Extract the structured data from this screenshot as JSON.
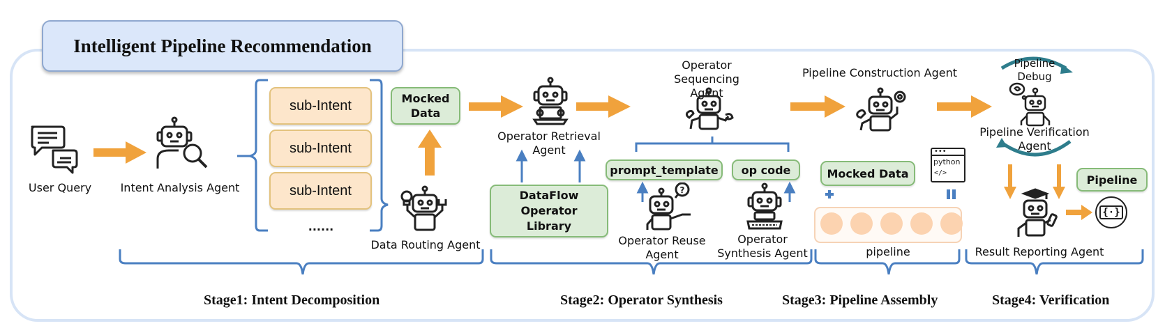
{
  "title": "Intelligent Pipeline Recommendation",
  "colors": {
    "flow_arrow": "#f0a23c",
    "bracket": "#4a7fc1",
    "sub_intent_fill": "#fde6cb",
    "green_box_fill": "#dcecd8",
    "frame": "#d7e4f6",
    "debug_loop": "#2e7d8c",
    "pipeline_node": "#fcd3b0"
  },
  "stage1": {
    "user_query": "User Query",
    "intent_agent": "Intent Analysis Agent",
    "sub_intents": [
      "sub-Intent",
      "sub-Intent",
      "sub-Intent"
    ],
    "ellipsis": "......",
    "mocked_data": "Mocked Data",
    "routing_agent": "Data Routing Agent",
    "label": "Stage1: Intent Decomposition"
  },
  "stage2": {
    "retrieval_agent": "Operator Retrieval Agent",
    "library": "DataFlow Operator Library",
    "sequencing_agent": "Operator Sequencing Agent",
    "prompt_template": "prompt_template",
    "op_code": "op code",
    "reuse_agent": "Operator Reuse Agent",
    "synthesis_agent": "Operator Synthesis Agent",
    "label": "Stage2: Operator Synthesis"
  },
  "stage3": {
    "construction_agent": "Pipeline Construction Agent",
    "mocked_data": "Mocked Data",
    "python_icon_text": "python",
    "code_glyph": "</>",
    "pipeline_nodes": 5,
    "pipeline_label": "pipeline",
    "label": "Stage3: Pipeline Assembly"
  },
  "stage4": {
    "debug": "Pipeline Debug",
    "verification_agent": "Pipeline Verification Agent",
    "pipeline_box": "Pipeline",
    "reporting_agent": "Result Reporting Agent",
    "result_glyph": "{·}",
    "label": "Stage4: Verification"
  },
  "icons": {
    "user_query": "chat-bubbles-icon",
    "intent_agent": "robot-magnifier-icon",
    "routing_agent": "robot-lightbulb-wrench-icon",
    "retrieval_agent": "robot-laptop-icon",
    "sequencing_agent": "robot-wrench-icon",
    "reuse_agent": "robot-question-icon",
    "synthesis_agent": "robot-keyboard-icon",
    "construction_agent": "robot-gear-icon",
    "verification_agent": "robot-thinking-icon",
    "reporting_agent": "robot-graduate-icon",
    "python_file": "python-code-icon",
    "result_json": "json-result-icon"
  }
}
